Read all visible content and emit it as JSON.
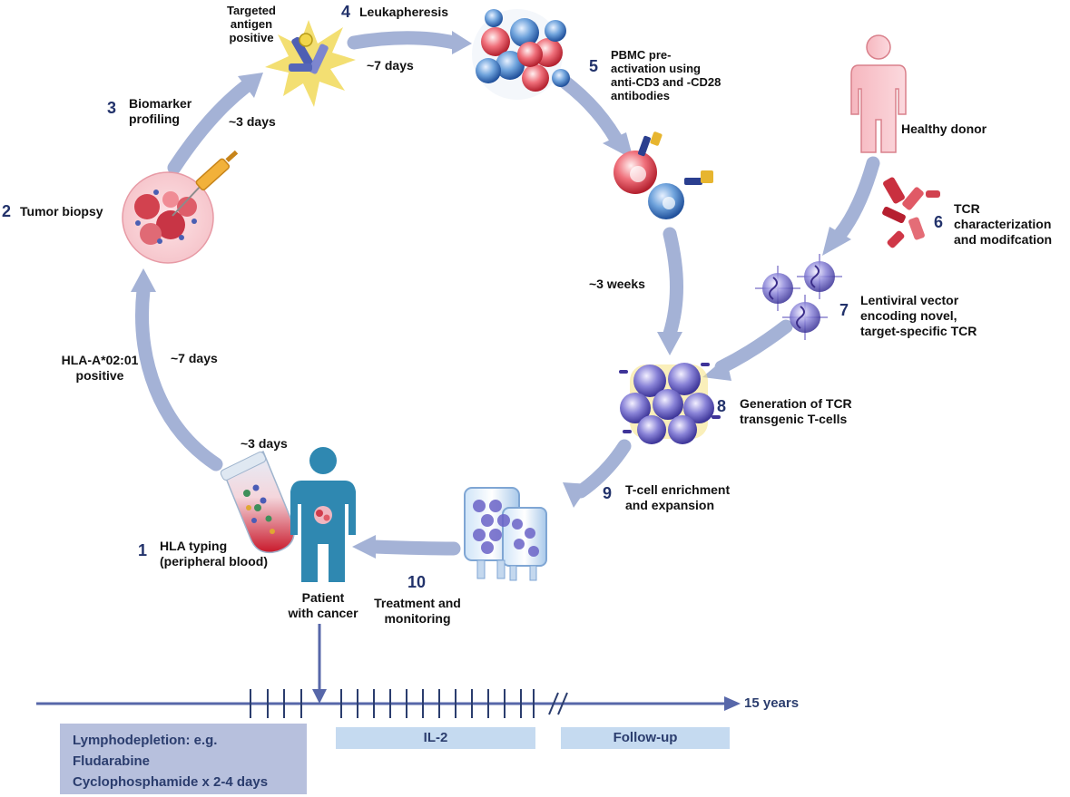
{
  "steps": [
    {
      "number": "1",
      "label_lines": [
        "HLA typing",
        "(peripheral blood)"
      ]
    },
    {
      "number": "2",
      "label_lines": [
        "Tumor biopsy"
      ]
    },
    {
      "number": "3",
      "label_lines": [
        "Biomarker",
        "profiling"
      ]
    },
    {
      "number": "4",
      "label_lines": [
        "Leukapheresis"
      ]
    },
    {
      "number": "5",
      "label_lines": [
        "PBMC pre-",
        "activation using",
        "anti-CD3 and -CD28",
        "antibodies"
      ]
    },
    {
      "number": "6",
      "label_lines": [
        "TCR",
        "characterization",
        "and modifcation"
      ]
    },
    {
      "number": "7",
      "label_lines": [
        "Lentiviral vector",
        "encoding novel,",
        "target-specific TCR"
      ]
    },
    {
      "number": "8",
      "label_lines": [
        "Generation of TCR",
        "transgenic T-cells"
      ]
    },
    {
      "number": "9",
      "label_lines": [
        "T-cell enrichment",
        "and expansion"
      ]
    },
    {
      "number": "10",
      "label_lines": [
        "Treatment and",
        "monitoring"
      ]
    }
  ],
  "other_labels": {
    "targeted": [
      "Targeted",
      "antigen",
      "positive"
    ],
    "hla_positive": [
      "HLA-A*02:01",
      "positive"
    ],
    "healthy_donor": "Healthy donor",
    "patient": [
      "Patient",
      "with cancer"
    ]
  },
  "durations": {
    "hla_to_biopsy": "~7 days",
    "typing": "~3 days",
    "profiling": "~3 days",
    "to_leukapheresis": "~7 days",
    "activation": "~3 weeks"
  },
  "timeline": {
    "end_label": "15 years",
    "phases": [
      {
        "label_lines": [
          "Lymphodepletion: e.g.",
          "Fludarabine",
          "Cyclophosphamide x 2-4 days"
        ]
      },
      {
        "label_lines": [
          "IL-2"
        ]
      },
      {
        "label_lines": [
          "Follow-up"
        ]
      }
    ]
  },
  "colors": {
    "arrow": "#a4b2d6",
    "timeline": "#5767a9",
    "number": "#22326b",
    "phase_dark": "#b7c0dd",
    "phase_light": "#c5daf0",
    "patient": "#2f88b1"
  }
}
